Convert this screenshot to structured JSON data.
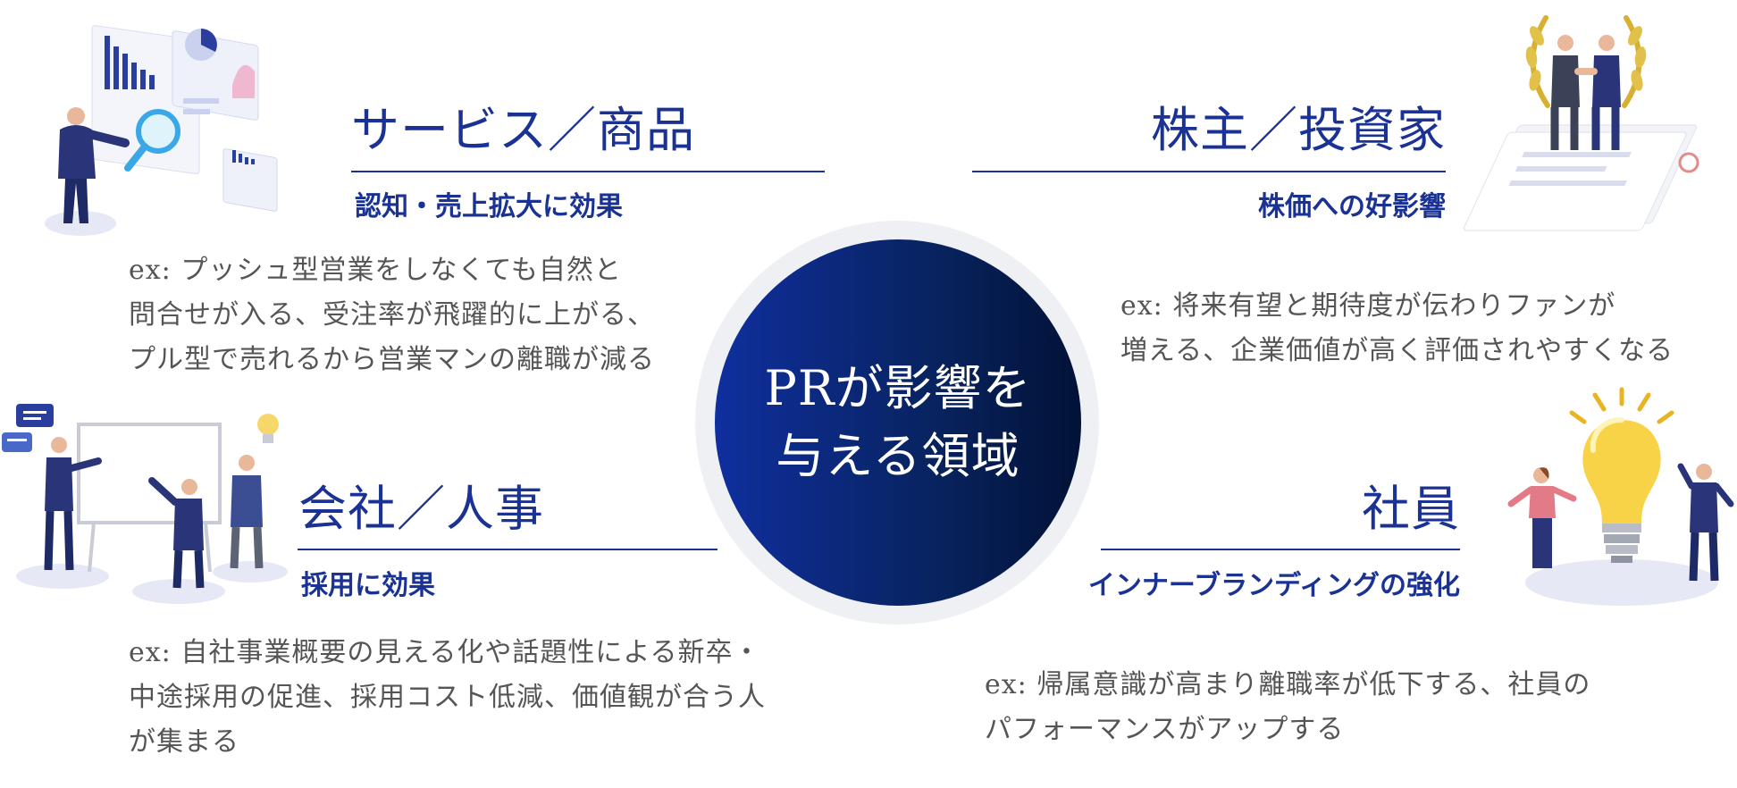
{
  "center": {
    "line1": "PRが影響を",
    "line2": "与える領域"
  },
  "quadrants": {
    "service": {
      "title": "サービス／商品",
      "subtitle": "認知・売上拡大に効果",
      "lines": [
        "ex: プッシュ型営業をしなくても自然と",
        "問合せが入る、受注率が飛躍的に上がる、",
        "プル型で売れるから営業マンの離職が減る"
      ]
    },
    "shareholder": {
      "title": "株主／投資家",
      "subtitle": "株価への好影響",
      "lines": [
        "ex: 将来有望と期待度が伝わりファンが",
        "増える、企業価値が高く評価されやすくなる"
      ]
    },
    "company": {
      "title": "会社／人事",
      "subtitle": "採用に効果",
      "lines": [
        "ex: 自社事業概要の見える化や話題性による新卒・",
        "中途採用の促進、採用コスト低減、価値観が合う人",
        "が集まる"
      ]
    },
    "employee": {
      "title": "社員",
      "subtitle": "インナーブランディングの強化",
      "lines": [
        "ex: 帰属意識が高まり離職率が低下する、社員の",
        "パフォーマンスがアップする"
      ]
    }
  },
  "colors": {
    "accent": "#1a3293",
    "text": "#555555",
    "circle_start": "#0f2f9e",
    "circle_end": "#021237"
  }
}
